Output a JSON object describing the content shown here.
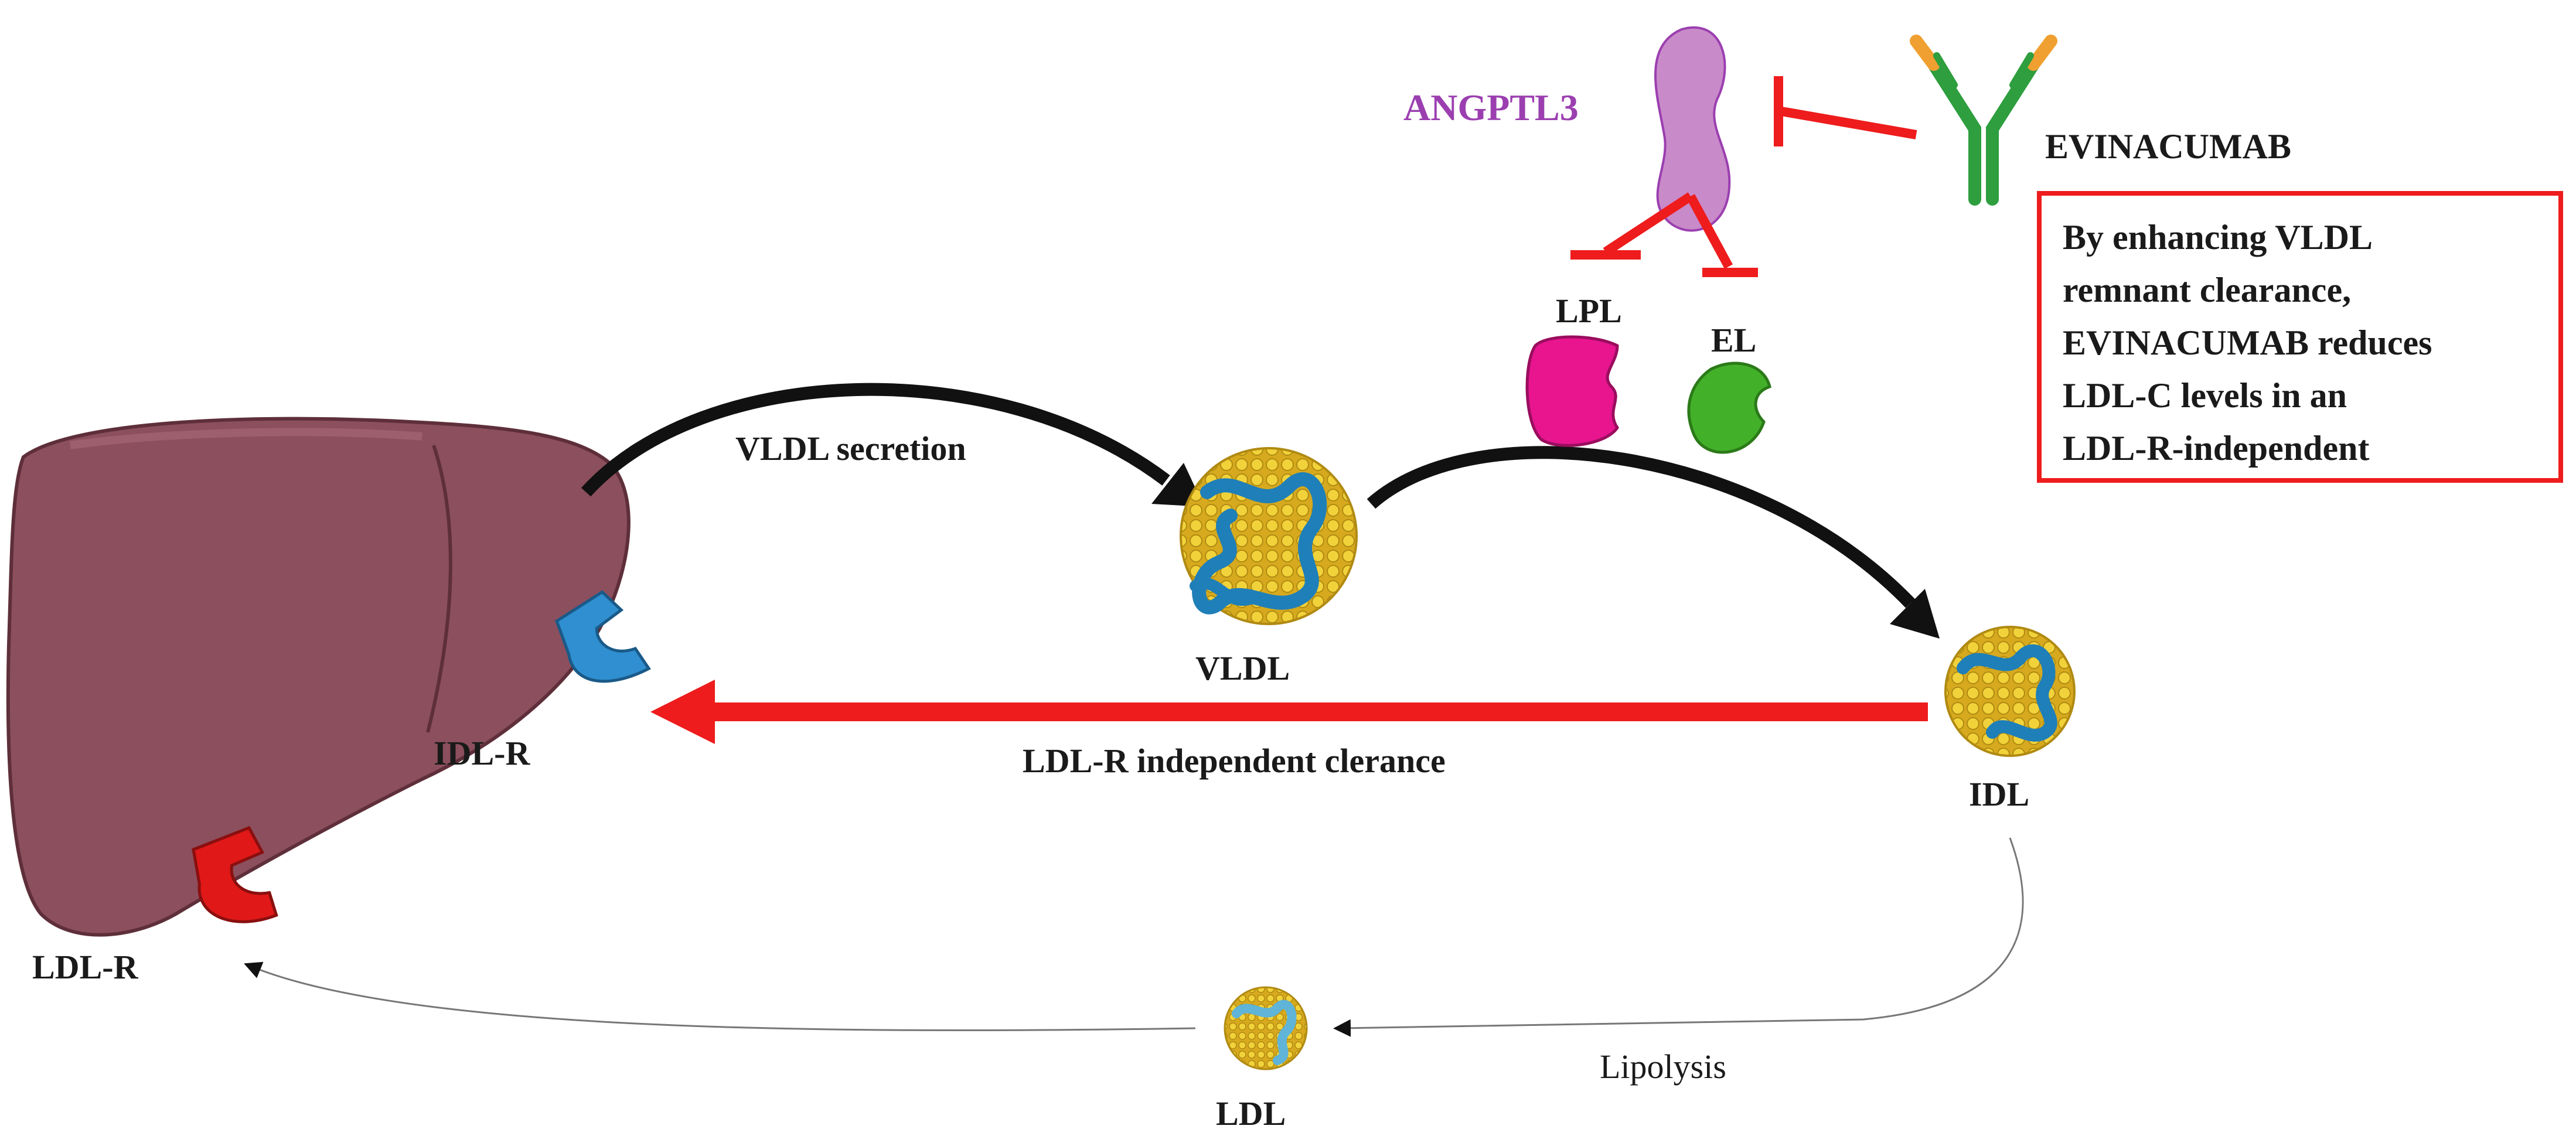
{
  "labels": {
    "angptl3": "ANGPTL3",
    "evinacumab": "EVINACUMAB",
    "lpl": "LPL",
    "el": "EL",
    "vldl_secretion": "VLDL secretion",
    "vldl": "VLDL",
    "idl": "IDL",
    "idl_r": "IDL-R",
    "ldl_r": "LDL-R",
    "ldl_r_independent": "LDL-R independent clerance",
    "ldl": "LDL",
    "lipolysis": "Lipolysis"
  },
  "callout": {
    "lines": [
      "By enhancing VLDL",
      "remnant clearance,",
      "EVINACUMAB reduces",
      "LDL-C levels in an",
      "LDL-R-independent"
    ]
  },
  "colors": {
    "angptl3_text": "#9b3fb0",
    "angptl3_body": "#c98ac9",
    "liver": "#8c4f5d",
    "liver_dark": "#5e2f3a",
    "inhibit_red": "#ee1c1c",
    "lpl_pink": "#e8158f",
    "el_green": "#43b02a",
    "antibody_green": "#2e9e3e",
    "antibody_orange": "#f0a030",
    "idl_r_blue": "#2f8fd0",
    "ldl_r_red": "#e01818",
    "lipo_yellow": "#e9c52d",
    "lipo_blue": "#1f7fb8"
  },
  "icons": [
    "liver-icon",
    "angptl3-protein-icon",
    "antibody-icon",
    "lpl-enzyme-icon",
    "el-enzyme-icon",
    "vldl-particle-icon",
    "idl-particle-icon",
    "ldl-particle-icon",
    "idl-receptor-icon",
    "ldl-receptor-icon"
  ]
}
